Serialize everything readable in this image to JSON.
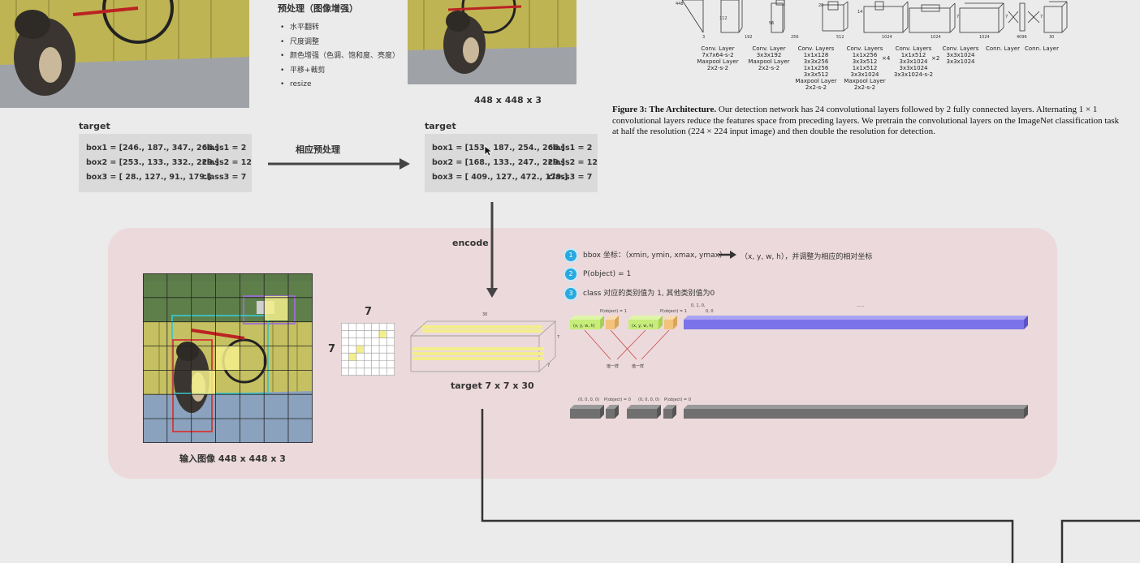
{
  "preprocess": {
    "title": "预处理（图像增强）",
    "items": [
      "水平翻转",
      "尺度调整",
      "颜色增强（色调、饱和度、亮度）",
      "平移+裁剪",
      "resize"
    ],
    "output_caption": "448 x 448 x 3"
  },
  "original_target": {
    "label": "target",
    "rows": [
      {
        "box": "box1 = [246., 187., 347., 266.]",
        "cls": "class1 = 2"
      },
      {
        "box": "box2 = [253., 133., 332., 229.]",
        "cls": "class2 = 12"
      },
      {
        "box": "box3 = [ 28., 127.,  91., 179.]",
        "cls": "class3 = 7"
      }
    ]
  },
  "arrow_label": "相应预处理",
  "new_target": {
    "label": "target",
    "rows": [
      {
        "box": "box1 = [153., 187., 254., 266.]",
        "cls": "class1 = 2"
      },
      {
        "box": "box2 = [168., 133., 247., 229.]",
        "cls": "class2 = 12"
      },
      {
        "box": "box3 = [ 409., 127., 472., 179.]",
        "cls": "class3 = 7"
      }
    ]
  },
  "architecture": {
    "dims": [
      "448",
      "112",
      "56",
      "28",
      "14",
      "7",
      "7",
      "7",
      "3",
      "192",
      "256",
      "512",
      "1024",
      "1024",
      "1024",
      "4096",
      "30"
    ],
    "layers": [
      [
        "Conv. Layer",
        "7x7x64-s-2",
        "Maxpool Layer",
        "2x2-s-2"
      ],
      [
        "Conv. Layer",
        "3x3x192",
        "Maxpool Layer",
        "2x2-s-2"
      ],
      [
        "Conv. Layers",
        "1x1x128",
        "3x3x256",
        "1x1x256",
        "3x3x512",
        "Maxpool Layer",
        "2x2-s-2"
      ],
      [
        "Conv. Layers",
        "1x1x256",
        "3x3x512",
        "1x1x512",
        "3x3x1024",
        "Maxpool Layer",
        "2x2-s-2"
      ],
      [
        "Conv. Layers",
        "1x1x512",
        "3x3x1024",
        "3x3x1024",
        "3x3x1024-s-2"
      ],
      [
        "Conv. Layers",
        "3x3x1024",
        "3x3x1024"
      ],
      [
        "Conn. Layer"
      ],
      [
        "Conn. Layer"
      ]
    ],
    "repeat1": "×4",
    "repeat2": "×2"
  },
  "figure3": {
    "lead": "Figure 3: The Architecture.",
    "text": " Our detection network has 24 convolutional layers followed by 2 fully connected layers. Alternating 1 × 1 convolutional layers reduce the features space from preceding layers. We pretrain the convolutional layers on the ImageNet classification task at half the resolution (224 × 224 input image) and then double the resolution for detection."
  },
  "encode": {
    "label": "encode",
    "input_caption": "输入图像 448 x 448 x 3",
    "grid_size_top": "7",
    "grid_size_left": "7",
    "tensor_caption": "target 7 x 7 x 30",
    "tensor_depth": "30",
    "tensor_h": "7",
    "tensor_w": "7",
    "steps": [
      {
        "n": "1",
        "text": "bbox 坐标：（xmin,   ymin,  xmax,  ymax）",
        "tail": "（x,   y,  w,  h），并调整为相应的相对坐标"
      },
      {
        "n": "2",
        "text": "P(object) = 1",
        "tail": ""
      },
      {
        "n": "3",
        "text": "class 对应的类别值为 1,   其他类别值为0",
        "tail": ""
      }
    ],
    "vec_labels": {
      "xywh": "(x, y, w, h)",
      "pobj1": "P(object) = 1",
      "cls_vals": "0,   1,    0,",
      "cls_vals2": "0, 0",
      "same": "值一样",
      "ellipsis": "......",
      "zeros": "(0, 0, 0, 0)",
      "pobj0": "P(object) = 0"
    }
  },
  "colors": {
    "background": "#ebebeb",
    "panel": "#ecd9db",
    "accent_blue": "#29a9df",
    "class_vector": "#7b73ea",
    "box_green": "#c6ec7a",
    "box_orange": "#f3c27b",
    "highlight_yellow": "#f3ee8c"
  }
}
